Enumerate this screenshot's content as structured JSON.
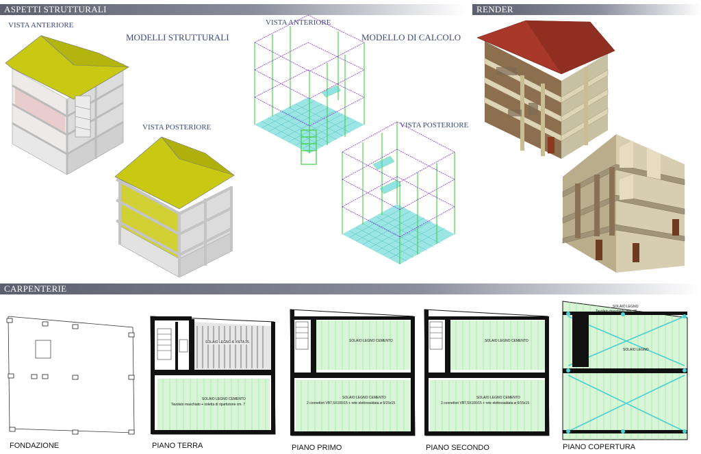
{
  "sections": {
    "structural": "ASPETTI STRUTTURALI",
    "render": "RENDER",
    "carpentry": "CARPENTERIE"
  },
  "labels": {
    "front_view_1": "VISTA ANTERIORE",
    "structural_models": "MODELLI STRUTTURALI",
    "rear_view_1": "VISTA POSTERIORE",
    "front_view_2": "VISTA ANTERIORE",
    "calc_model": "MODELLO DI CALCOLO",
    "rear_view_2": "VISTA POSTERIORE"
  },
  "plans": [
    {
      "name": "FONDAZIONE"
    },
    {
      "name": "PIANO TERRA",
      "slab_top": "SOLAIO LEGNO A VISTA 25",
      "slab_bottom": "SOLAIO LEGNO CEMENTO",
      "slab_note": "Tavolato maschiato + soletta di ripartizione cm. 7"
    },
    {
      "name": "PIANO PRIMO",
      "slab_top": "SOLAIO LEGNO CEMENTO",
      "slab_bottom": "SOLAIO LEGNO CEMENTO",
      "slab_note": "2 connettori VB7,5X100/15 + rete elettrosaldata ø 6/15x15"
    },
    {
      "name": "PIANO SECONDO",
      "slab_top": "SOLAIO LEGNO CEMENTO",
      "slab_bottom": "SOLAIO LEGNO CEMENTO",
      "slab_note": "2 connettori VB7,5X100/15 + rete elettrosaldata ø 6/15x15"
    },
    {
      "name": "PIANO COPERTURA",
      "slab_top": "SOLAIO LEGNO",
      "slab_bottom": "SOLAIO LEGNO",
      "slab_note": "Tavolato maschiato mm. 35"
    }
  ],
  "colors": {
    "roof_yellow": "#c9c914",
    "grid_green": "#3fcf3f",
    "grid_purple": "#8a2be2",
    "cyan_mesh": "#49d0d0",
    "plan_green": "#9be59b"
  }
}
